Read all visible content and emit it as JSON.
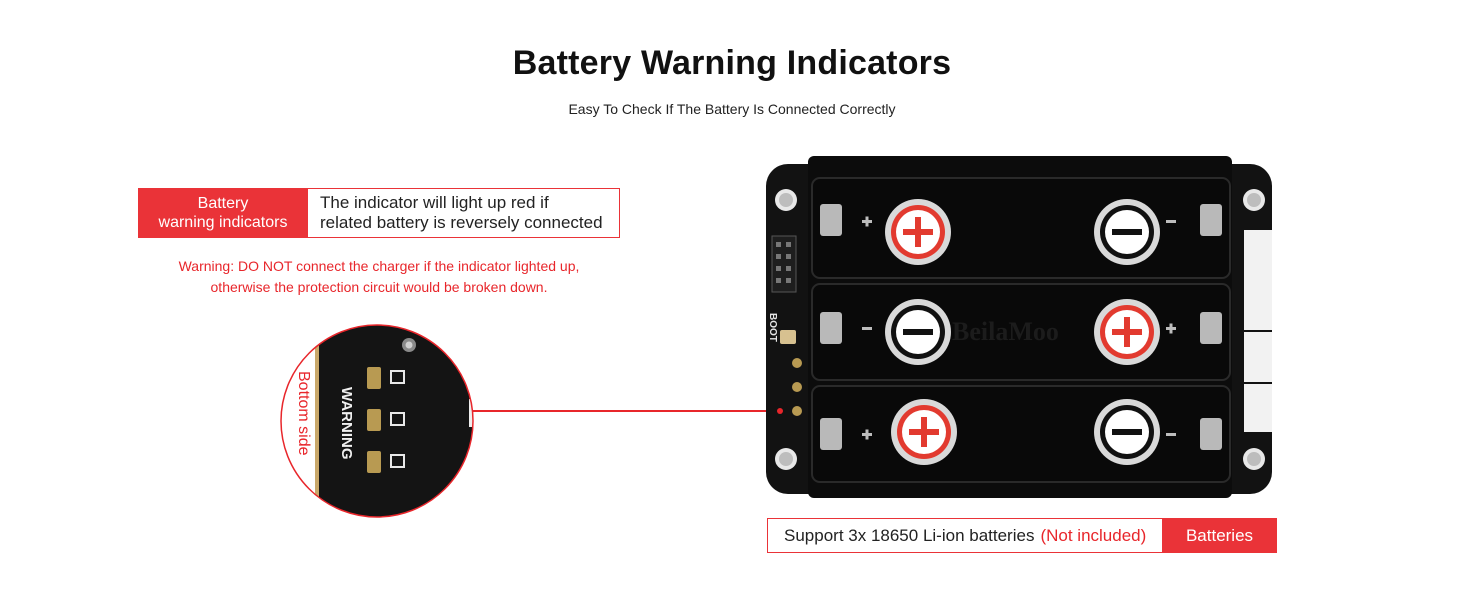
{
  "header": {
    "title": "Battery Warning Indicators",
    "subtitle": "Easy To Check If The Battery Is Connected Correctly"
  },
  "indicator_callout": {
    "tag_line1": "Battery",
    "tag_line2": "warning indicators",
    "desc_line1": "The indicator will light up red if",
    "desc_line2": "related battery is reversely connected"
  },
  "warning": {
    "line1": "Warning: DO NOT connect the charger if the indicator lighted up,",
    "line2": "otherwise the protection circuit would be broken down."
  },
  "zoom_view": {
    "side_label": "Bottom side",
    "board_text": "WARNING"
  },
  "board": {
    "boot_label": "BOOT",
    "brand_text": "BeilaMoo"
  },
  "battery_callout": {
    "desc": "Support 3x 18650 Li-ion batteries",
    "note": "(Not included)",
    "tag": "Batteries"
  },
  "colors": {
    "accent": "#ea3338",
    "board": "#121212",
    "terminal_red": "#e23a2f"
  }
}
